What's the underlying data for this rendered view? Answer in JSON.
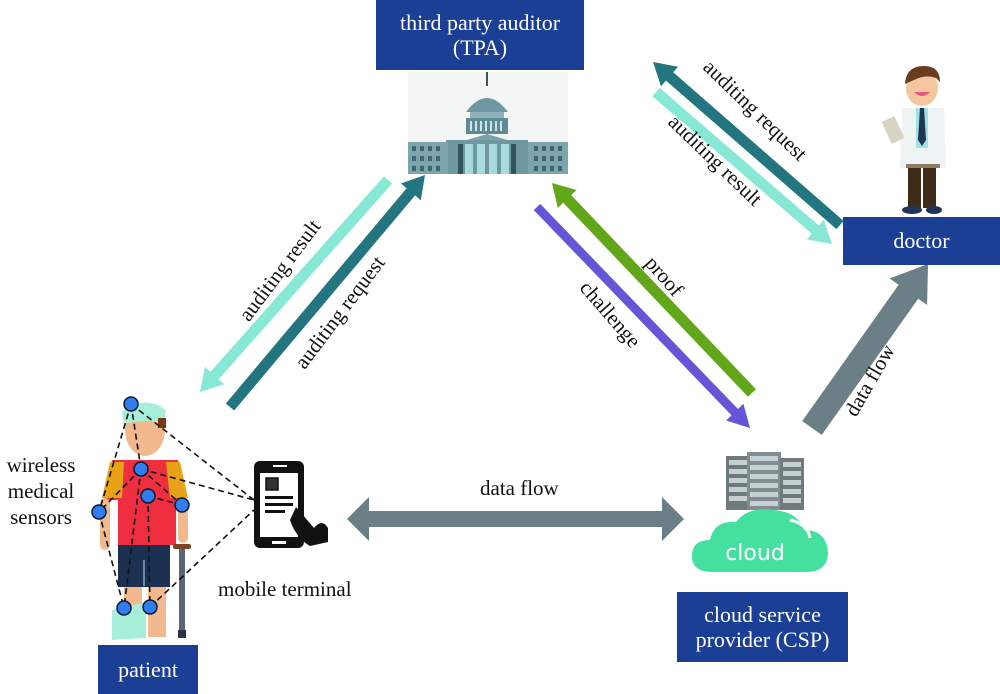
{
  "nodes": {
    "tpa": {
      "line1": "third party auditor",
      "line2": "(TPA)"
    },
    "doctor": {
      "label": "doctor"
    },
    "csp": {
      "line1": "cloud service",
      "line2": "provider (CSP)"
    },
    "patient": {
      "label": "patient"
    },
    "cloud_icon_text": "cloud",
    "sensors_label": {
      "line1": "wireless",
      "line2": "medical",
      "line3": "sensors"
    },
    "mobile_label": "mobile terminal"
  },
  "edges": {
    "patient_tpa_result": "auditing result",
    "patient_tpa_request": "auditing request",
    "doctor_tpa_request": "auditing request",
    "doctor_tpa_result": "auditing result",
    "tpa_csp_proof": "proof",
    "tpa_csp_challenge": "challenge",
    "csp_doctor_flow": "data flow",
    "mobile_csp_flow": "data flow"
  },
  "colors": {
    "box": "#1b3f94",
    "arrow_dark_teal": "#237580",
    "arrow_light_teal": "#88e8d6",
    "arrow_green": "#62a619",
    "arrow_purple": "#6456d6",
    "arrow_gray": "#6b7f86",
    "cloud": "#45e0a0",
    "sensor": "#2f7df0"
  }
}
